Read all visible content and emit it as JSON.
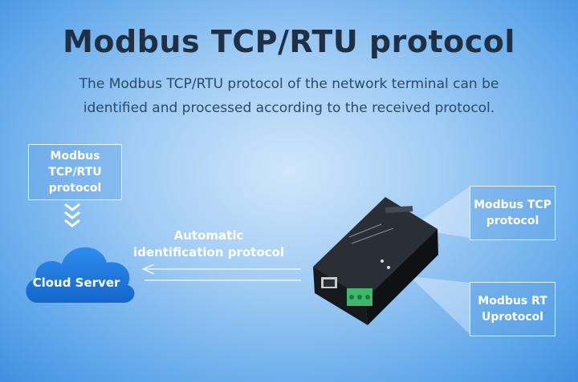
{
  "header": {
    "title": "Modbus TCP/RTU protocol",
    "subtitle_line1": "The Modbus TCP/RTU protocol of the network terminal can be",
    "subtitle_line2": "identified and processed according to the received protocol."
  },
  "left_box": {
    "line1": "Modbus",
    "line2": "TCP/RTU",
    "line3": "protocol"
  },
  "cloud": {
    "label": "Cloud Server"
  },
  "arrow_label": {
    "line1": "Automatic",
    "line2": "identification protocol"
  },
  "right_boxes": {
    "tcp_line1": "Modbus TCP",
    "tcp_line2": "protocol",
    "rtu_line1": "Modbus RT",
    "rtu_line2": "Uprotocol"
  },
  "colors": {
    "cloud": "#1b73d9",
    "device": "#1c1f24",
    "terminal": "#3db86a"
  },
  "icons": [
    "chevron-down-icon",
    "cloud-icon",
    "arrow-left-icon",
    "data-acquisition-device"
  ]
}
